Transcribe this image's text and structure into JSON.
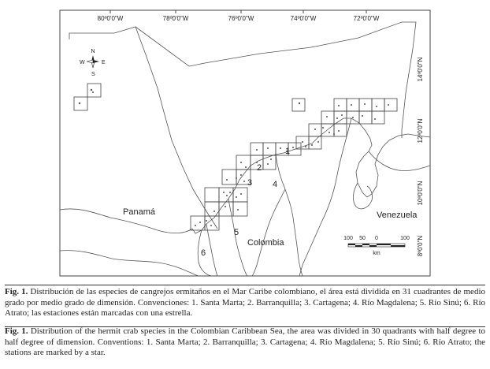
{
  "map": {
    "longitude_labels": [
      "80º0'0\"W",
      "78º0'0\"W",
      "76º0'0\"W",
      "74º0'0\"W",
      "72º0'0\"W"
    ],
    "latitude_labels": [
      "14º0'0\"N",
      "12º0'0\"N",
      "10º0'0\"N",
      "8º0'0\"N"
    ],
    "places": {
      "panama": "Panamá",
      "colombia": "Colombia",
      "venezuela": "Venezuela"
    },
    "markers": [
      "1",
      "2",
      "3",
      "4",
      "5",
      "6"
    ],
    "compass": {
      "n": "N",
      "s": "S",
      "e": "E",
      "w": "W"
    },
    "scale": {
      "ticks": [
        "100",
        "50",
        "0",
        "100"
      ],
      "unit": "km"
    }
  },
  "caption_es": {
    "label": "Fig. 1.",
    "text": " Distribución de las especies de cangrejos ermitaños en el Mar Caribe colombiano, el área está dividida en 31 cuadrantes de medio grado por medio grado de dimensión. Convenciones: 1. Santa Marta; 2. Barranquilla; 3. Cartagena; 4. Río Magdalena; 5. Río Sinú; 6. Río Atrato; las estaciones están marcadas con una estrella."
  },
  "caption_en": {
    "label": "Fig. 1.",
    "text": " Distribution of the hermit crab species in the Colombian Caribbean Sea, the area was divided in 30 quadrants with half degree to half degree of dimension. Conventions: 1. Santa Marta; 2. Barranquilla; 3. Cartagena; 4. Río Magdalena; 5. Río Sinú; 6. Río Atrato; the stations are marked by a star."
  }
}
